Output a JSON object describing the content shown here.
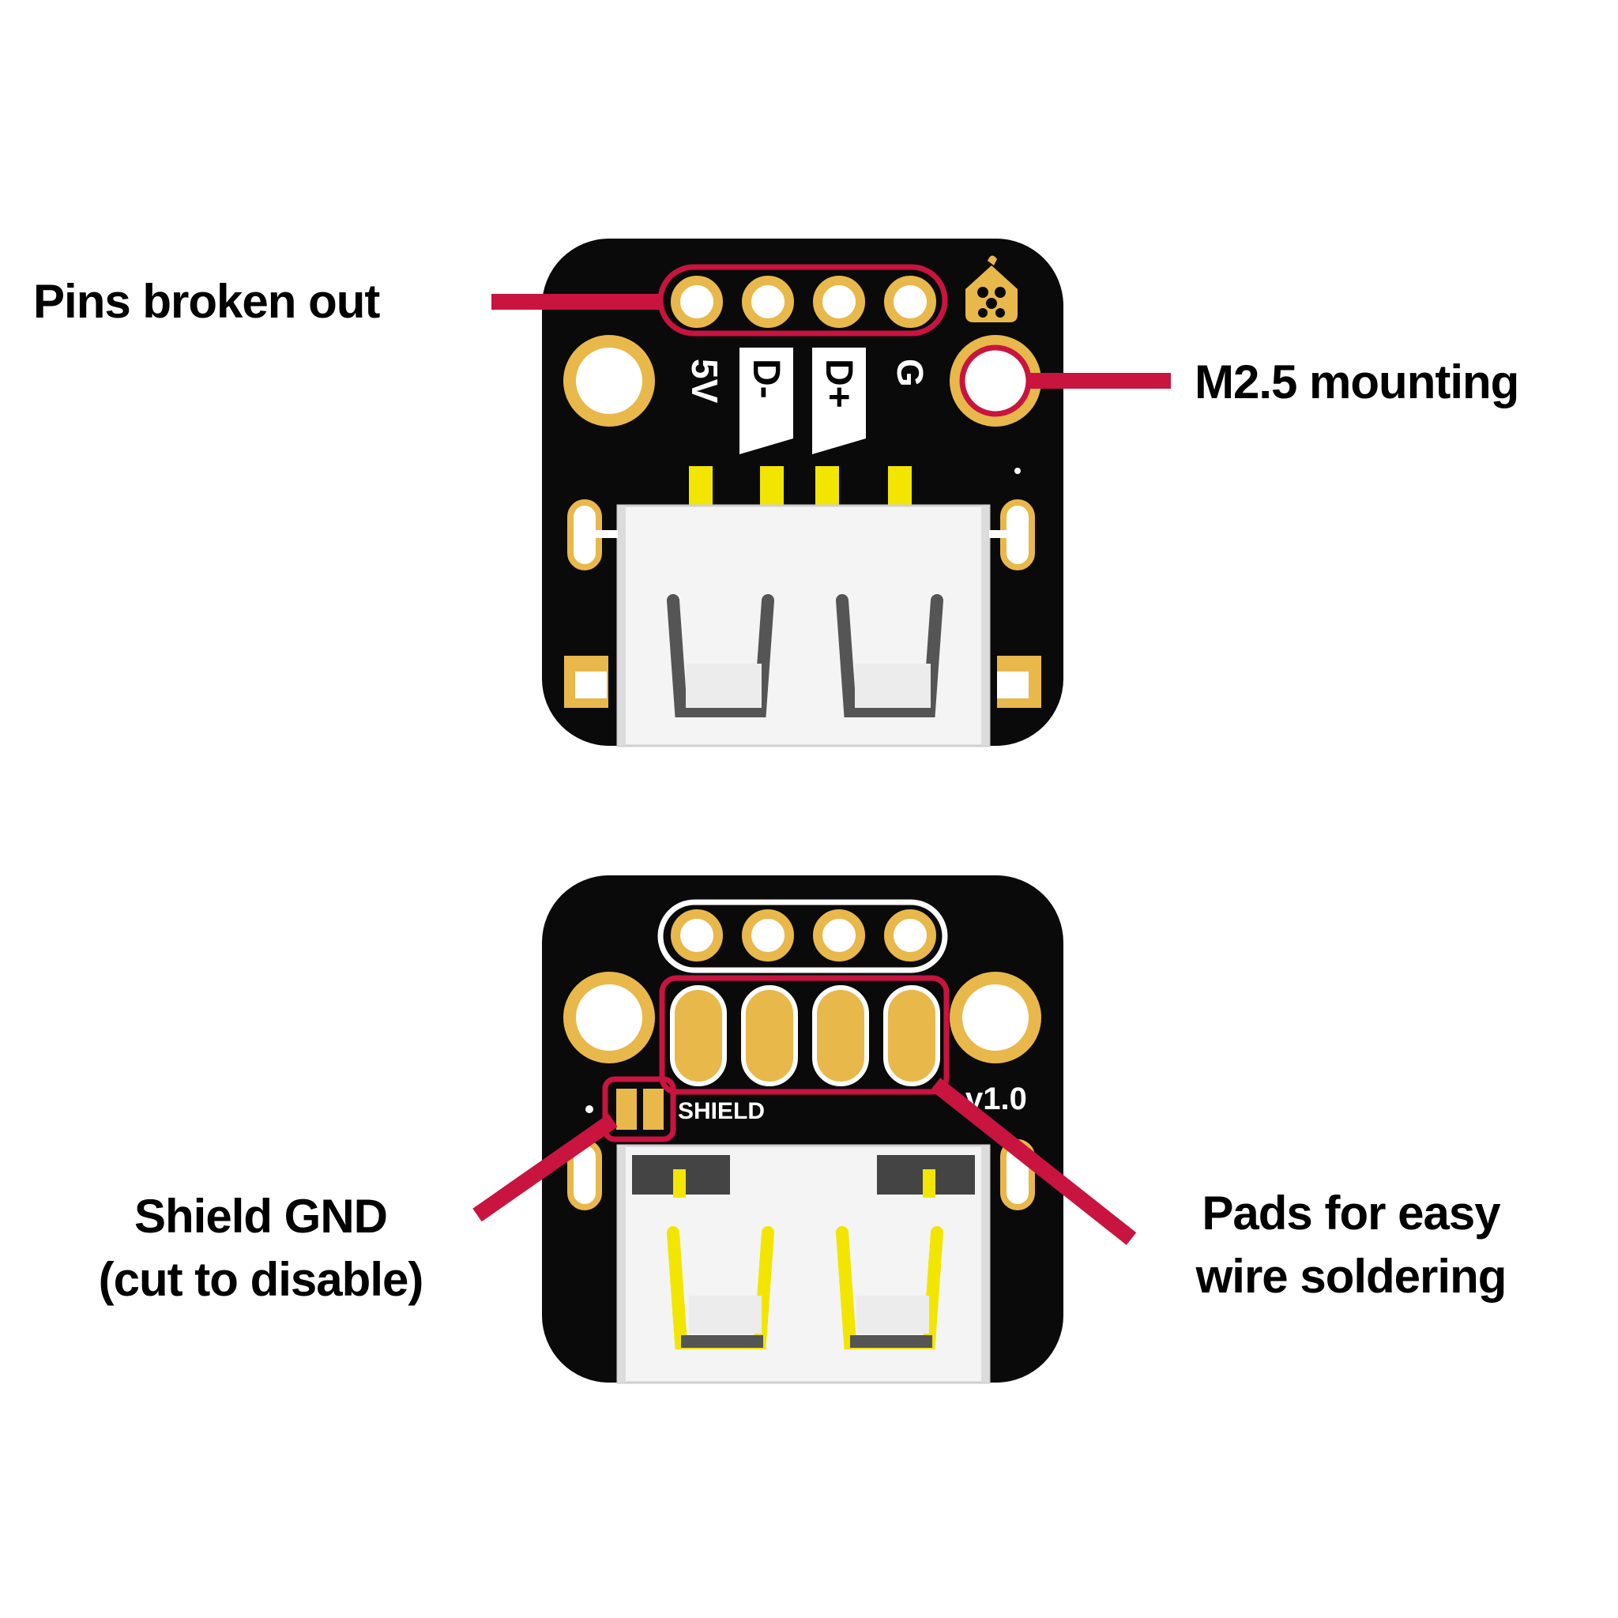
{
  "colors": {
    "pcb": "#0a0a0a",
    "gold": "#e8b84b",
    "callout_line": "#c8143f",
    "silkscreen": "#ffffff",
    "usb_pins": "#f2e600",
    "usb_shell": "#f4f4f4"
  },
  "callouts": {
    "pins_broken_out": "Pins broken out",
    "m25_mounting": "M2.5 mounting",
    "shield_gnd_line1": "Shield GND",
    "shield_gnd_line2": "(cut to disable)",
    "pads_line1": "Pads for easy",
    "pads_line2": "wire soldering"
  },
  "top_board": {
    "pin_labels": [
      "5V",
      "D-",
      "D+",
      "G"
    ],
    "logo_icon": "raspberry-logo-icon"
  },
  "bottom_board": {
    "shield_label": "SHIELD",
    "version_label": "v1.0"
  }
}
